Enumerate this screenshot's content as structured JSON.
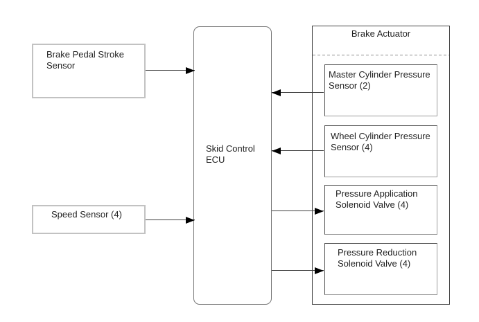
{
  "diagram": {
    "ecu": {
      "label": "Skid Control\nECU"
    },
    "inputs": [
      {
        "label": "Brake Pedal Stroke\nSensor"
      },
      {
        "label": "Speed Sensor (4)"
      }
    ],
    "actuator": {
      "title": "Brake Actuator",
      "components": [
        {
          "label": "Master Cylinder Pressure\nSensor (2)"
        },
        {
          "label": "Wheel Cylinder Pressure\nSensor (4)"
        },
        {
          "label": "Pressure Application\nSolenoid Valve (4)"
        },
        {
          "label": "Pressure Reduction\nSolenoid Valve (4)"
        }
      ]
    },
    "connections": [
      {
        "from": "Brake Pedal Stroke Sensor",
        "to": "Skid Control ECU"
      },
      {
        "from": "Speed Sensor (4)",
        "to": "Skid Control ECU"
      },
      {
        "from": "Master Cylinder Pressure Sensor (2)",
        "to": "Skid Control ECU"
      },
      {
        "from": "Wheel Cylinder Pressure Sensor (4)",
        "to": "Skid Control ECU"
      },
      {
        "from": "Skid Control ECU",
        "to": "Pressure Application Solenoid Valve (4)"
      },
      {
        "from": "Skid Control ECU",
        "to": "Pressure Reduction Solenoid Valve (4)"
      }
    ],
    "colors": {
      "background": "#ffffff",
      "text_color": "#1f1f1f",
      "box_border_light": "#c2c2c2",
      "box_border_dark": "#4d4d4d",
      "container_border": "#404040",
      "ecu_border": "#757575",
      "dash_color": "#8a8a8a",
      "line_color": "#3a3a3a",
      "arrow_color": "#000000"
    }
  }
}
